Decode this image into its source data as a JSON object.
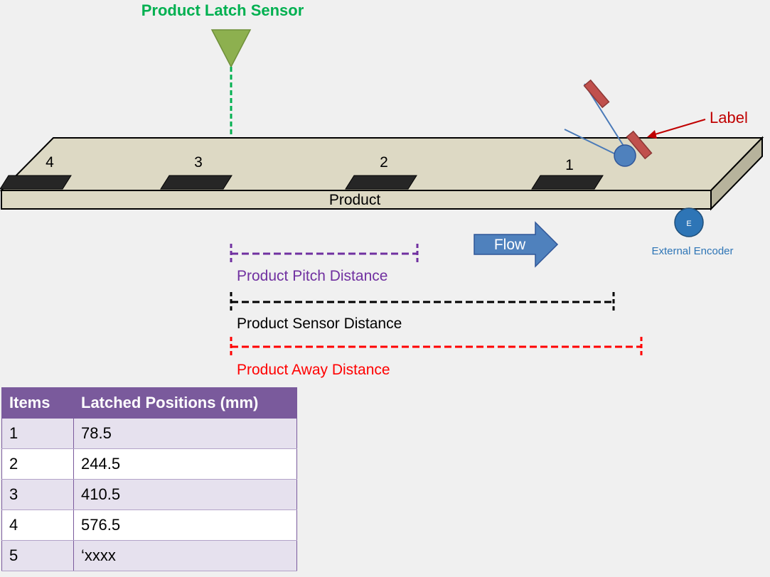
{
  "sensor": {
    "label": "Product Latch Sensor",
    "color": "#00b050"
  },
  "belt": {
    "product_label": "Product",
    "items": [
      "4",
      "3",
      "2",
      "1"
    ]
  },
  "label_callout": {
    "text": "Label",
    "color": "#c00000"
  },
  "flow": {
    "label": "Flow",
    "color": "#4a7ab8"
  },
  "encoder": {
    "symbol": "E",
    "label": "External Encoder",
    "color": "#2e75b6"
  },
  "distances": {
    "pitch": {
      "label": "Product Pitch Distance",
      "color": "#7030a0"
    },
    "sensor": {
      "label": "Product Sensor Distance",
      "color": "#000000"
    },
    "away": {
      "label": "Product Away Distance",
      "color": "#ff0000"
    }
  },
  "table": {
    "headers": [
      "Items",
      "Latched Positions (mm)"
    ],
    "rows": [
      [
        "1",
        "78.5"
      ],
      [
        "2",
        "244.5"
      ],
      [
        "3",
        "410.5"
      ],
      [
        "4",
        "576.5"
      ],
      [
        "5",
        "‘xxxx"
      ]
    ]
  }
}
